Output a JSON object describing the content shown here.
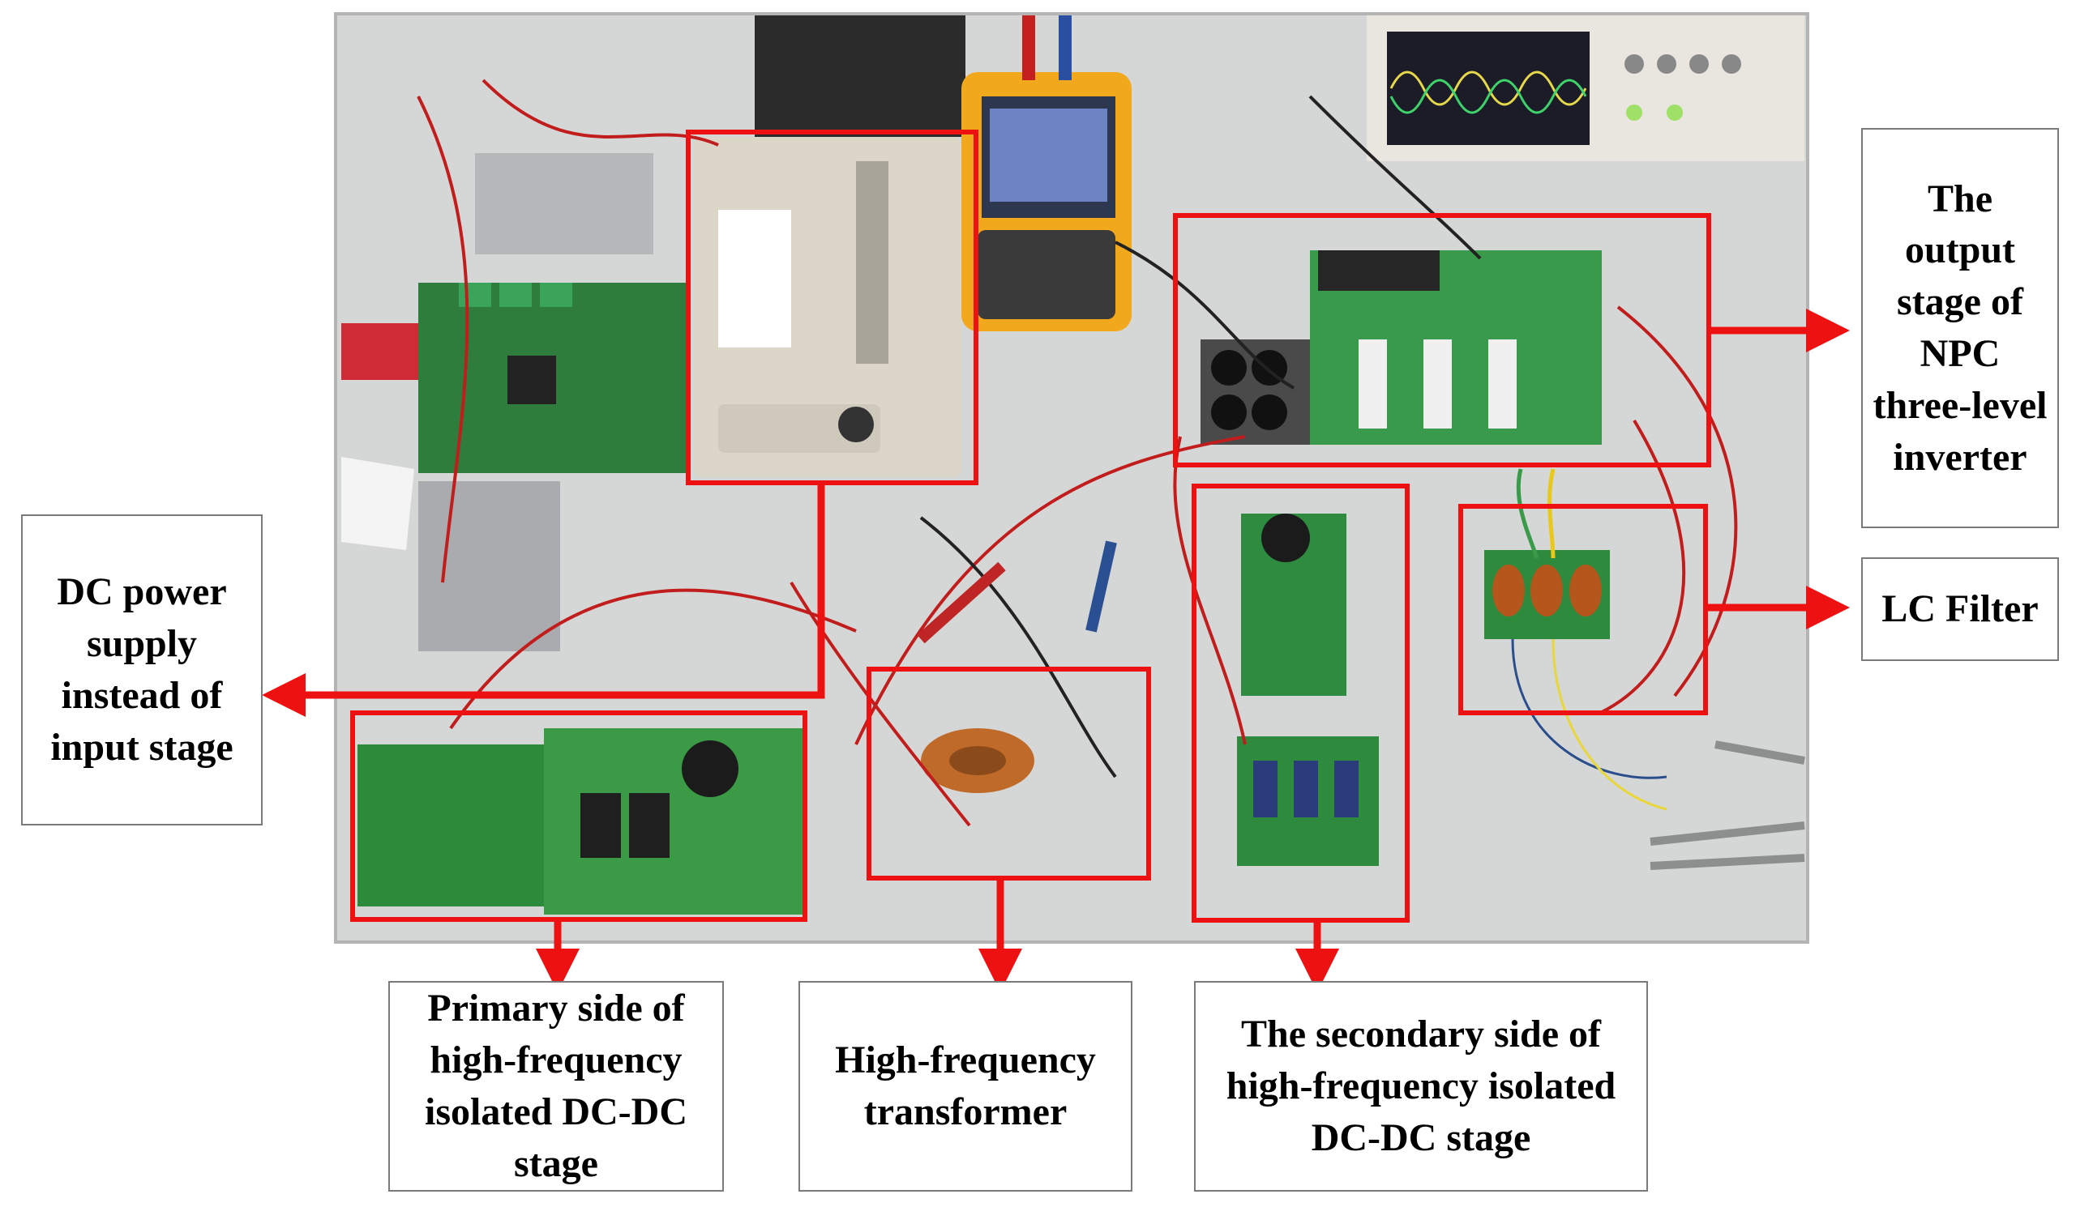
{
  "callouts": {
    "output_stage": "The output stage of NPC three-level inverter",
    "lc_filter": "LC Filter",
    "dc_power_supply": "DC power supply instead of input stage",
    "primary_side": "Primary side of high-frequency isolated DC-DC stage",
    "hf_transformer": "High-frequency transformer",
    "secondary_side": "The secondary side of high-frequency isolated DC-DC stage"
  },
  "colors": {
    "highlight": "#ee1111",
    "pcb_green": "#2e8a3a",
    "bench": "#d7d9d7"
  }
}
